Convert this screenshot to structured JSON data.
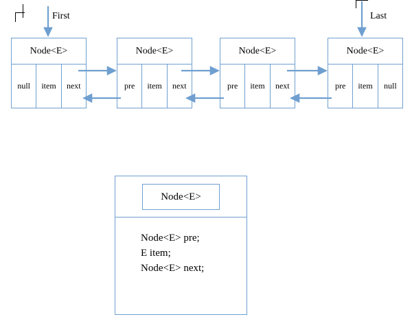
{
  "diagram": {
    "pointer_labels": [
      {
        "name": "first",
        "text": "First"
      },
      {
        "name": "last",
        "text": "Last"
      }
    ],
    "nodes": [
      {
        "title": "Node<E>",
        "cells": [
          "null",
          "item",
          "next"
        ]
      },
      {
        "title": "Node<E>",
        "cells": [
          "pre",
          "item",
          "next"
        ]
      },
      {
        "title": "Node<E>",
        "cells": [
          "pre",
          "item",
          "next"
        ]
      },
      {
        "title": "Node<E>",
        "cells": [
          "pre",
          "item",
          "null"
        ]
      }
    ],
    "class_box": {
      "tab_label": "Node<E>",
      "fields": "Node<E> pre;\nE item;\nNode<E> next;"
    },
    "colors": {
      "border": "#6f9fd0",
      "arrow": "#6f9fd0",
      "text": "#000000",
      "background": "#ffffff"
    }
  }
}
